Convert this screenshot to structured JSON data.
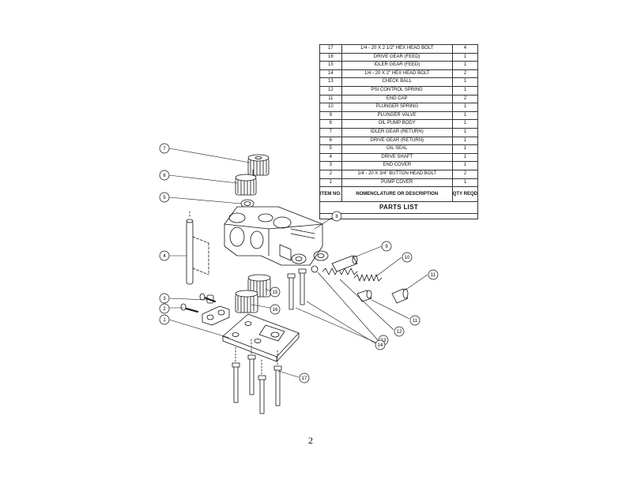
{
  "parts_list": {
    "title": "PARTS LIST",
    "header": {
      "item": "ITEM NO.",
      "description": "NOMENCLATURE OR DESCRIPTION",
      "qty": "QTY REQD"
    },
    "rows": [
      {
        "item": "17",
        "description": "1/4 - 20 X 2 1/2\" HEX HEAD BOLT",
        "qty": "4"
      },
      {
        "item": "16",
        "description": "DRIVE GEAR (FEED)",
        "qty": "1"
      },
      {
        "item": "15",
        "description": "IDLER GEAR (FEED)",
        "qty": "1"
      },
      {
        "item": "14",
        "description": "1/4 - 20 X 2\" HEX HEAD BOLT",
        "qty": "2"
      },
      {
        "item": "13",
        "description": "CHECK BALL",
        "qty": "1"
      },
      {
        "item": "12",
        "description": "PSI CONTROL SPRING",
        "qty": "1"
      },
      {
        "item": "11",
        "description": "END CAP",
        "qty": "2"
      },
      {
        "item": "10",
        "description": "PLUNGER SPRING",
        "qty": "1"
      },
      {
        "item": "9",
        "description": "PLUNGER VALVE",
        "qty": "1"
      },
      {
        "item": "8",
        "description": "OIL PUMP BODY",
        "qty": "1"
      },
      {
        "item": "7",
        "description": "IDLER GEAR (RETURN)",
        "qty": "1"
      },
      {
        "item": "6",
        "description": "DRIVE GEAR (RETURN)",
        "qty": "1"
      },
      {
        "item": "5",
        "description": "OIL SEAL",
        "qty": "1"
      },
      {
        "item": "4",
        "description": "DRIVE SHAFT",
        "qty": "1"
      },
      {
        "item": "3",
        "description": "END COVER",
        "qty": "1"
      },
      {
        "item": "2",
        "description": "1/4 - 20 X 3/4\" BUTTON HEAD BOLT",
        "qty": "2"
      },
      {
        "item": "1",
        "description": "PUMP COVER",
        "qty": "1"
      }
    ]
  },
  "callouts": {
    "c1": "1",
    "c2": "2",
    "c3": "3",
    "c4": "4",
    "c5": "5",
    "c6": "6",
    "c7": "7",
    "c8": "8",
    "c9": "9",
    "c10": "10",
    "c11": "11",
    "c12": "12",
    "c13": "13",
    "c14": "14",
    "c15": "15",
    "c16": "16",
    "c17": "17"
  },
  "page_number": "2"
}
